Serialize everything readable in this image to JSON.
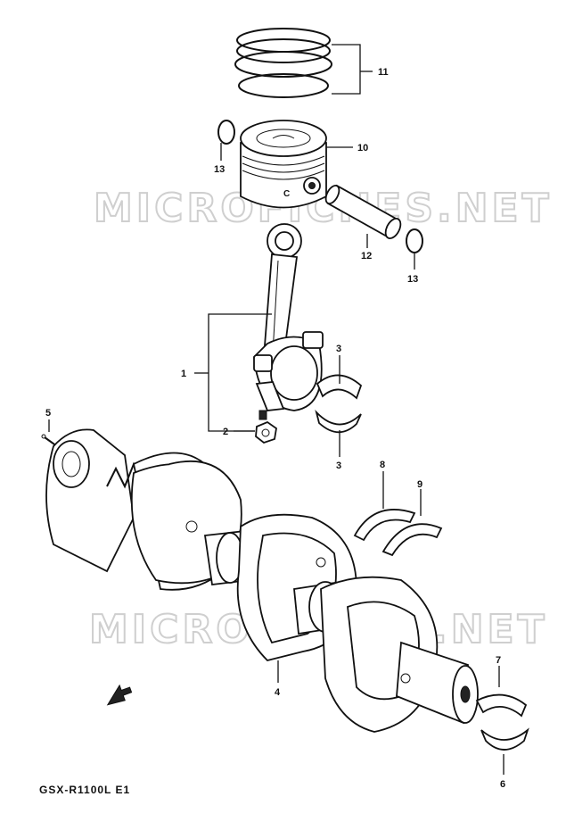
{
  "footer": {
    "model_code": "GSX-R1100L E1"
  },
  "watermark": {
    "top": "MICROFICHES.NET",
    "bottom": "MICROFICHES.NET"
  },
  "callouts": {
    "c1": "1",
    "c2": "2",
    "c3a": "3",
    "c3b": "3",
    "c4": "4",
    "c5": "5",
    "c6": "6",
    "c7": "7",
    "c8": "8",
    "c9": "9",
    "c10": "10",
    "c11": "11",
    "c12": "12",
    "c13a": "13",
    "c13b": "13"
  },
  "icons": {
    "direction": "front-arrow-icon"
  }
}
